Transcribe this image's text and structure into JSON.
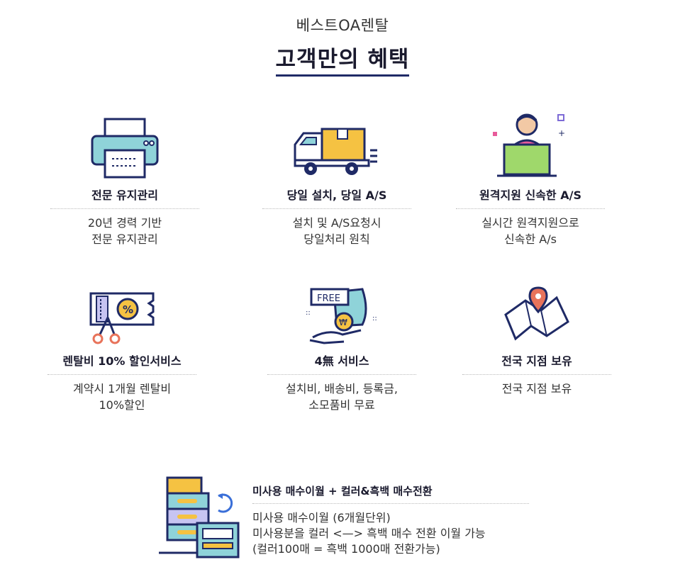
{
  "header": {
    "subtitle": "베스트OA렌탈",
    "title": "고객만의 혜택"
  },
  "benefits": [
    {
      "icon": "printer-icon",
      "title": "전문 유지관리",
      "desc1": "20년 경력 기반",
      "desc2": "전문 유지관리"
    },
    {
      "icon": "delivery-truck-icon",
      "title": "당일 설치, 당일 A/S",
      "desc1": "설치 및 A/S요청시",
      "desc2": "당일처리 원칙"
    },
    {
      "icon": "remote-support-icon",
      "title": "원격지원 신속한 A/S",
      "desc1": "실시간 원격지원으로",
      "desc2": "신속한 A/s"
    },
    {
      "icon": "discount-coupon-icon",
      "title": "렌탈비 10% 할인서비스",
      "desc1": "계약시 1개월 렌탈비",
      "desc2": "10%할인"
    },
    {
      "icon": "free-service-icon",
      "title": "4無 서비스",
      "desc1": "설치비, 배송비, 등록금,",
      "desc2": "소모품비 무료"
    },
    {
      "icon": "map-pin-icon",
      "title": "전국 지점 보유",
      "desc1": "전국 지점 보유",
      "desc2": ""
    }
  ],
  "bottom": {
    "icon": "copier-exchange-icon",
    "title": "미사용 매수이월 + 컬러&흑백 매수전환",
    "line1": "미사용 매수이월 (6개월단위)",
    "line2": "미사용분을 컬러 <—> 흑백 매수 전환 이월 가능",
    "line3": "(컬러100매 = 흑백 1000매 전환가능)"
  },
  "colors": {
    "navy": "#1f2a66",
    "teal": "#8fd3d9",
    "yellow": "#f5c242",
    "coral": "#e8735a",
    "green": "#9fd86b"
  }
}
